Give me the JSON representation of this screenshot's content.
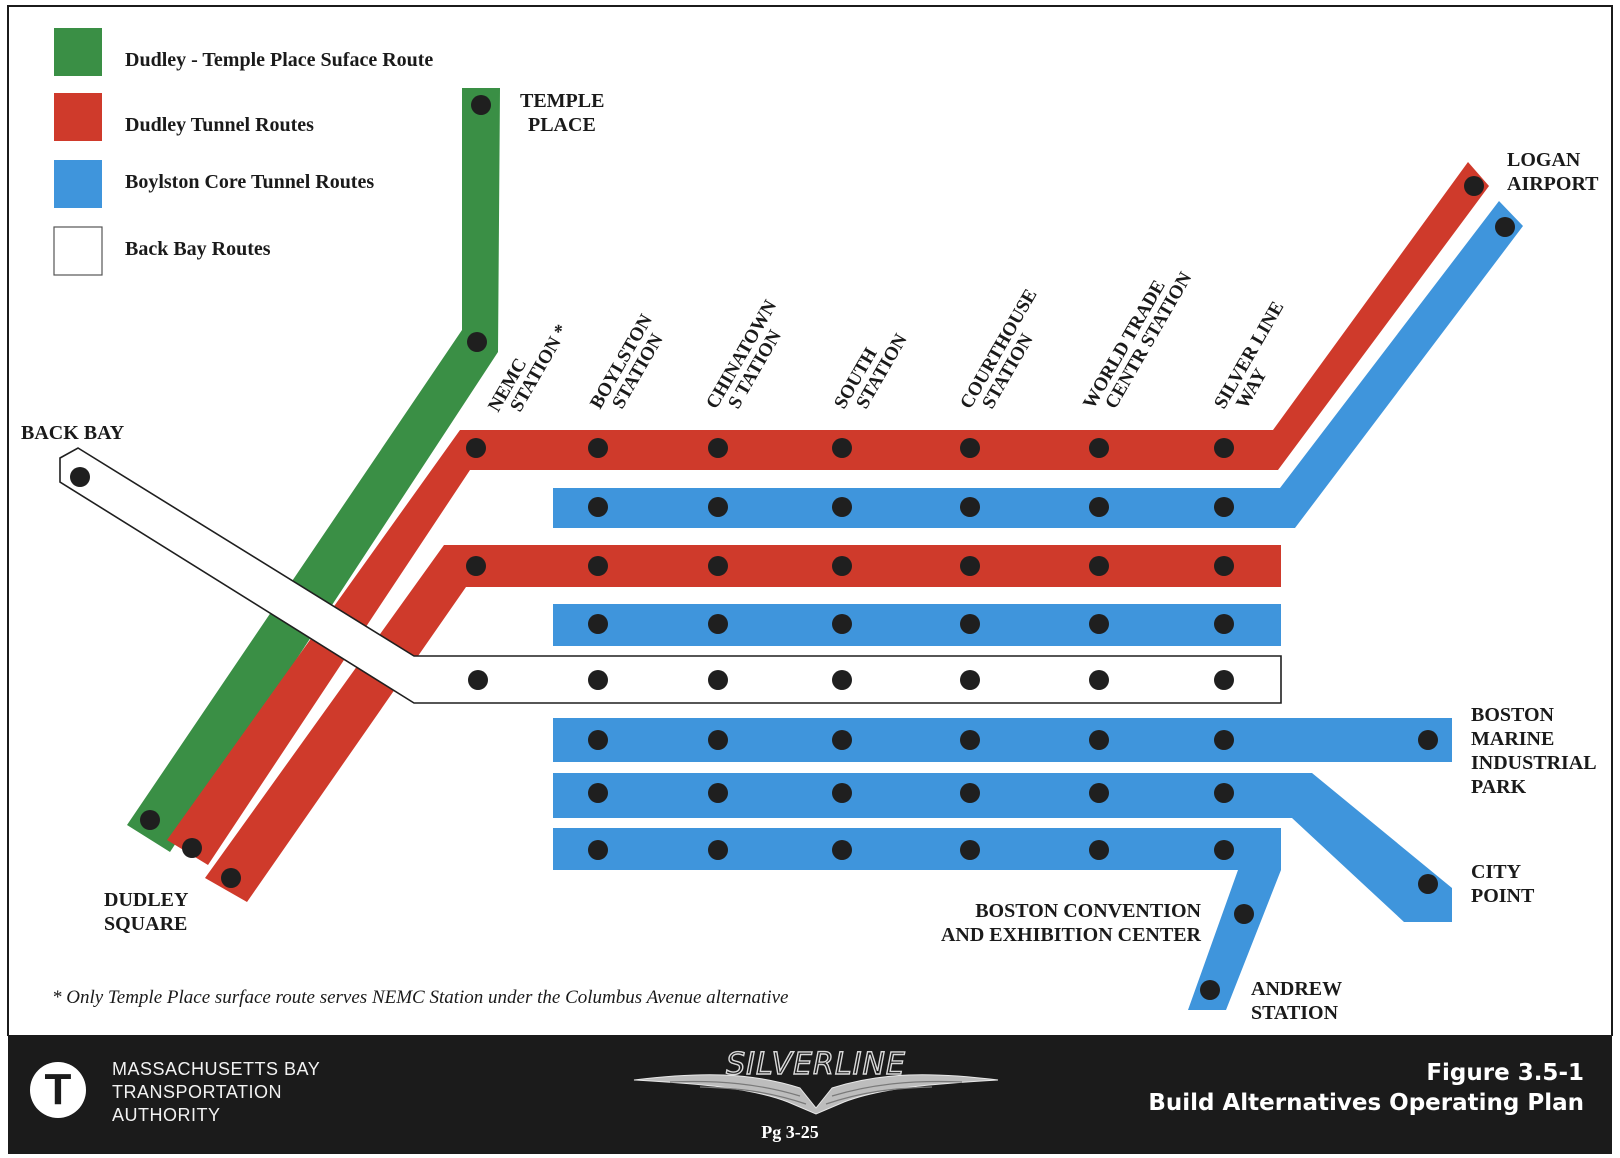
{
  "colors": {
    "dudley_temple_surface": "#3a8f45",
    "dudley_tunnel": "#cf3a2b",
    "boylston_core_tunnel": "#3f95dc",
    "back_bay": "#ffffff",
    "station_dot": "#1f1f1f",
    "footer_background": "#1b1b1b"
  },
  "legend": {
    "items": [
      {
        "label": "Dudley - Temple Place Suface Route",
        "color": "#3a8f45"
      },
      {
        "label": "Dudley Tunnel Routes",
        "color": "#cf3a2b"
      },
      {
        "label": "Boylston Core Tunnel Routes",
        "color": "#3f95dc"
      },
      {
        "label": "Back Bay Routes",
        "color": "#ffffff"
      }
    ]
  },
  "stations": {
    "nemc": {
      "line1": "NEMC",
      "line2": "STATION *"
    },
    "boylston": {
      "line1": "BOYLSTON",
      "line2": "STATION"
    },
    "chinatown": {
      "line1": "CHINATOWN",
      "line2": "S TATION"
    },
    "south": {
      "line1": "SOUTH",
      "line2": "STATION"
    },
    "courthouse": {
      "line1": "COURTHOUSE",
      "line2": "STATION"
    },
    "world_trade": {
      "line1": "WORLD TRADE",
      "line2": "CENTR   STATION"
    },
    "silver_line_way": {
      "line1": "SILVER LINE",
      "line2": "WAY"
    }
  },
  "places": {
    "temple_place": {
      "line1": "TEMPLE",
      "line2": "PLACE"
    },
    "back_bay": "BACK BAY",
    "logan_airport": {
      "line1": "LOGAN",
      "line2": "AIRPORT"
    },
    "boston_marine_industrial_park": {
      "line1": "BOSTON",
      "line2": "MARINE",
      "line3": "INDUSTRIAL",
      "line4": "PARK"
    },
    "city_point": {
      "line1": "CITY",
      "line2": "POINT"
    },
    "boston_convention": {
      "line1": "BOSTON CONVENTION",
      "line2": "AND EXHIBITION CENTER"
    },
    "andrew_station": {
      "line1": "ANDREW",
      "line2": "STATION"
    },
    "dudley_square": {
      "line1": "DUDLEY",
      "line2": "SQUARE"
    }
  },
  "footnote": "*  Only Temple Place surface route serves NEMC Station under the Columbus Avenue alternative",
  "footer": {
    "logo_letter": "T",
    "agency_line1": "MASSACHUSETTS  BAY",
    "agency_line2": "TRANSPORTATION",
    "agency_line3": "AUTHORITY",
    "brand_logo_text": "SILVERLINE",
    "page_number": "Pg 3-25",
    "figure_number": "Figure 3.5-1",
    "figure_title": "Build Alternatives Operating Plan"
  }
}
